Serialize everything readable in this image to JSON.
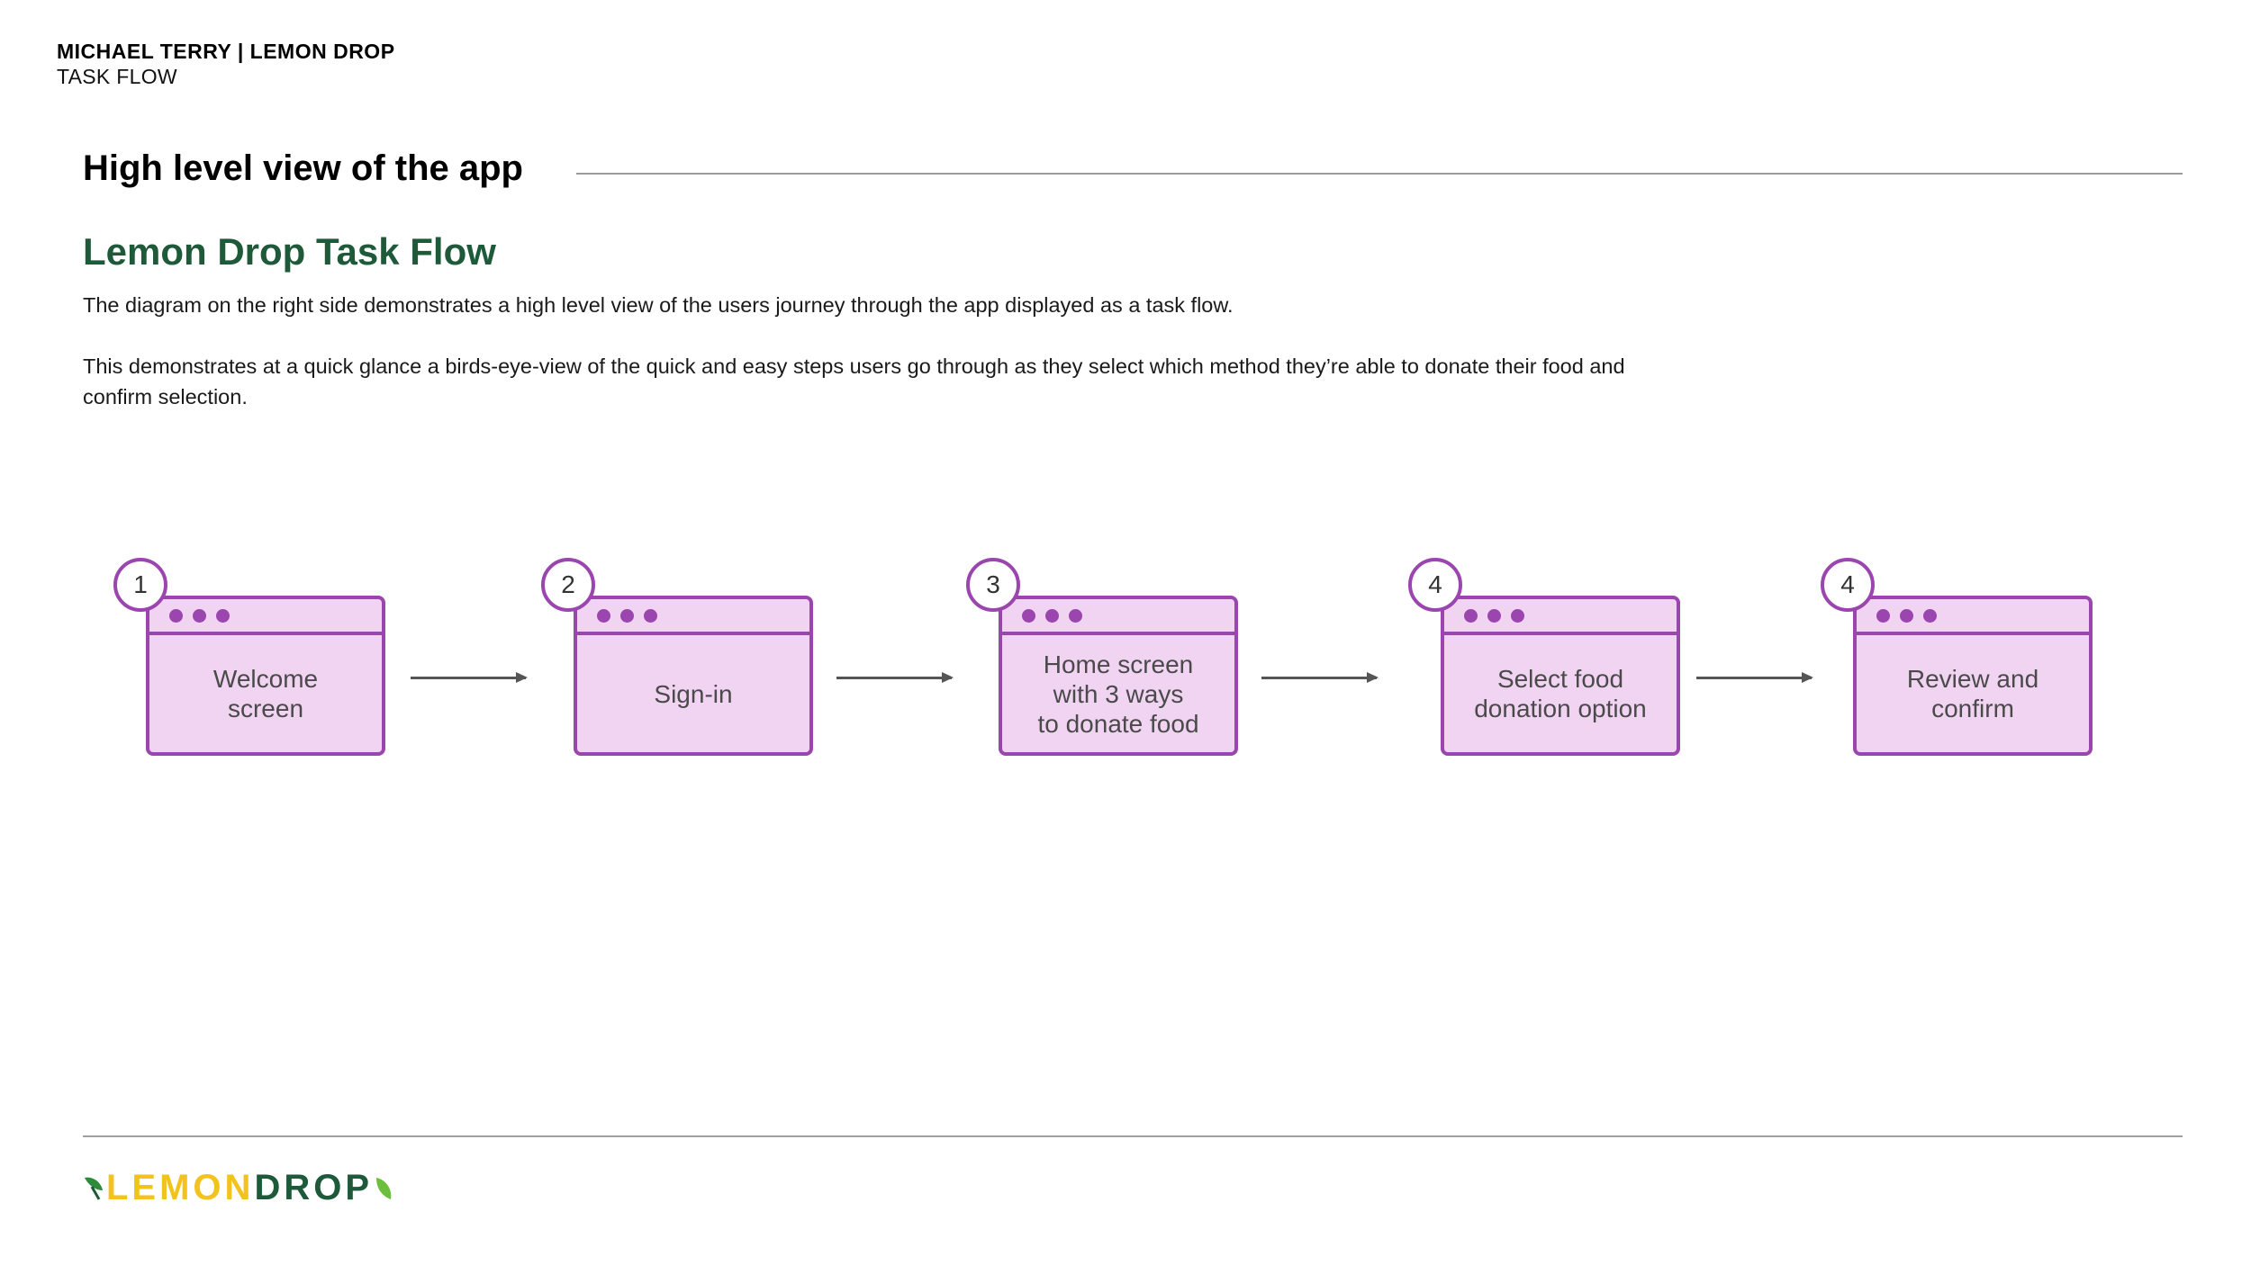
{
  "header": {
    "author_line": "MICHAEL TERRY | LEMON DROP",
    "section_line": "TASK FLOW"
  },
  "section": {
    "title": "High level view of the app"
  },
  "content": {
    "subtitle": "Lemon Drop Task Flow",
    "subtitle_color": "#1e5a3a",
    "paragraph_1": "The diagram on the right side demonstrates a high level view of the users journey through the app displayed as a task flow.",
    "paragraph_2": "This demonstrates at a quick glance a birds-eye-view of the quick and easy steps users go through as they select which method they’re able to donate their food and confirm selection."
  },
  "flow": {
    "accent_color": "#9b45ae",
    "fill_color": "#f1d4f2",
    "steps": [
      {
        "number": "1",
        "label": "Welcome\nscreen"
      },
      {
        "number": "2",
        "label": "Sign-in"
      },
      {
        "number": "3",
        "label": "Home screen\nwith 3 ways\nto donate food"
      },
      {
        "number": "4",
        "label": "Select food\ndonation option"
      },
      {
        "number": "4",
        "label": "Review and\nconfirm"
      }
    ]
  },
  "footer": {
    "logo_part_1": "LEMON",
    "logo_part_2": "DROP",
    "logo_color_1": "#f2c31c",
    "logo_color_2": "#1c5a3a"
  }
}
